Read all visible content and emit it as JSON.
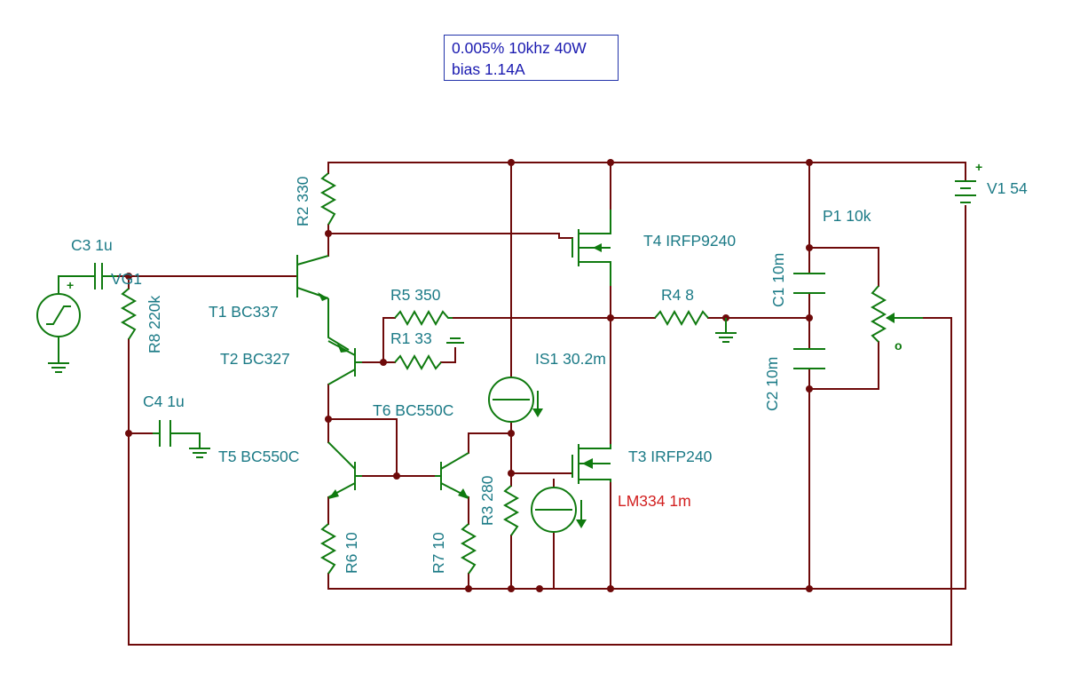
{
  "note": {
    "line1": "0.005% 10khz 40W",
    "line2": "bias 1.14A"
  },
  "components": {
    "r2": "R2 330",
    "c3": "C3 1u",
    "vg1": "VG1",
    "r8": "R8 220k",
    "t1": "T1 BC337",
    "t2": "T2 BC327",
    "r5": "R5 350",
    "r1": "R1 33",
    "r4": "R4 8",
    "t4": "T4 IRFP9240",
    "v1": "V1 54",
    "p1": "P1 10k",
    "c1": "C1 10m",
    "c2": "C2 10m",
    "is1": "IS1 30.2m",
    "c4": "C4 1u",
    "t6": "T6 BC550C",
    "t5": "T5 BC550C",
    "t3": "T3 IRFP240",
    "lm334": "LM334 1m",
    "r3": "R3 280",
    "r6": "R6 10",
    "r7": "R7 10"
  },
  "symbols": {
    "plus": "+",
    "pot_mark": "o"
  },
  "colors": {
    "wire": "#6e0a0a",
    "component": "#0f7a0f",
    "label": "#1b7a86",
    "highlight_label": "#d21f1f",
    "note_text": "#1a1ab0"
  }
}
